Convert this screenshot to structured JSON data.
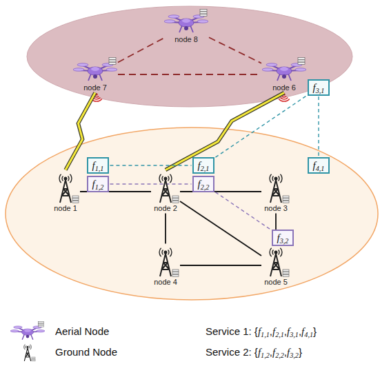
{
  "diagram": {
    "nodes": [
      {
        "text": [
          "node 8"
        ]
      },
      {
        "text": [
          "node 7"
        ]
      },
      {
        "text": [
          "node 6"
        ]
      },
      {
        "text": [
          "f3,1"
        ]
      },
      {
        "text": [
          "f1,1"
        ]
      },
      {
        "text": [
          "f2,1"
        ]
      },
      {
        "text": [
          "f4,1"
        ]
      },
      {
        "text": [
          "f1,2"
        ]
      },
      {
        "text": [
          "f2,2"
        ]
      },
      {
        "text": [
          "node 1"
        ]
      },
      {
        "text": [
          "node 2"
        ]
      },
      {
        "text": [
          "node 3"
        ]
      },
      {
        "text": [
          "f3,2"
        ]
      },
      {
        "text": [
          "node 4"
        ]
      },
      {
        "text": [
          "node 5"
        ]
      }
    ],
    "edges": [
      {
        "from": 1,
        "to": 0,
        "arrow": "none"
      },
      {
        "from": 0,
        "to": 2,
        "arrow": "none"
      },
      {
        "from": 1,
        "to": 2,
        "arrow": "none"
      },
      {
        "from": 1,
        "to": 9,
        "arrow": "none"
      },
      {
        "from": 2,
        "to": 10,
        "arrow": "none"
      },
      {
        "from": 9,
        "to": 10,
        "arrow": "none"
      },
      {
        "from": 10,
        "to": 11,
        "arrow": "none"
      },
      {
        "from": 10,
        "to": 13,
        "arrow": "none"
      },
      {
        "from": 10,
        "to": 14,
        "arrow": "none"
      },
      {
        "from": 11,
        "to": 14,
        "arrow": "none"
      },
      {
        "from": 13,
        "to": 14,
        "arrow": "none"
      },
      {
        "from": 4,
        "to": 5,
        "arrow": "none"
      },
      {
        "from": 5,
        "to": 3,
        "arrow": "none"
      },
      {
        "from": 3,
        "to": 6,
        "arrow": "none"
      },
      {
        "from": 7,
        "to": 8,
        "arrow": "none"
      },
      {
        "from": 8,
        "to": 12,
        "arrow": "none"
      }
    ],
    "labels": [
      "Service 1: {f1,1,f2,1,f3,1,f4,1}",
      "Service 2: {f1,2,f2,2,f3,2}"
    ],
    "legend": [
      {
        "text": "Aerial Node"
      },
      {
        "text": "Ground Node"
      }
    ]
  }
}
